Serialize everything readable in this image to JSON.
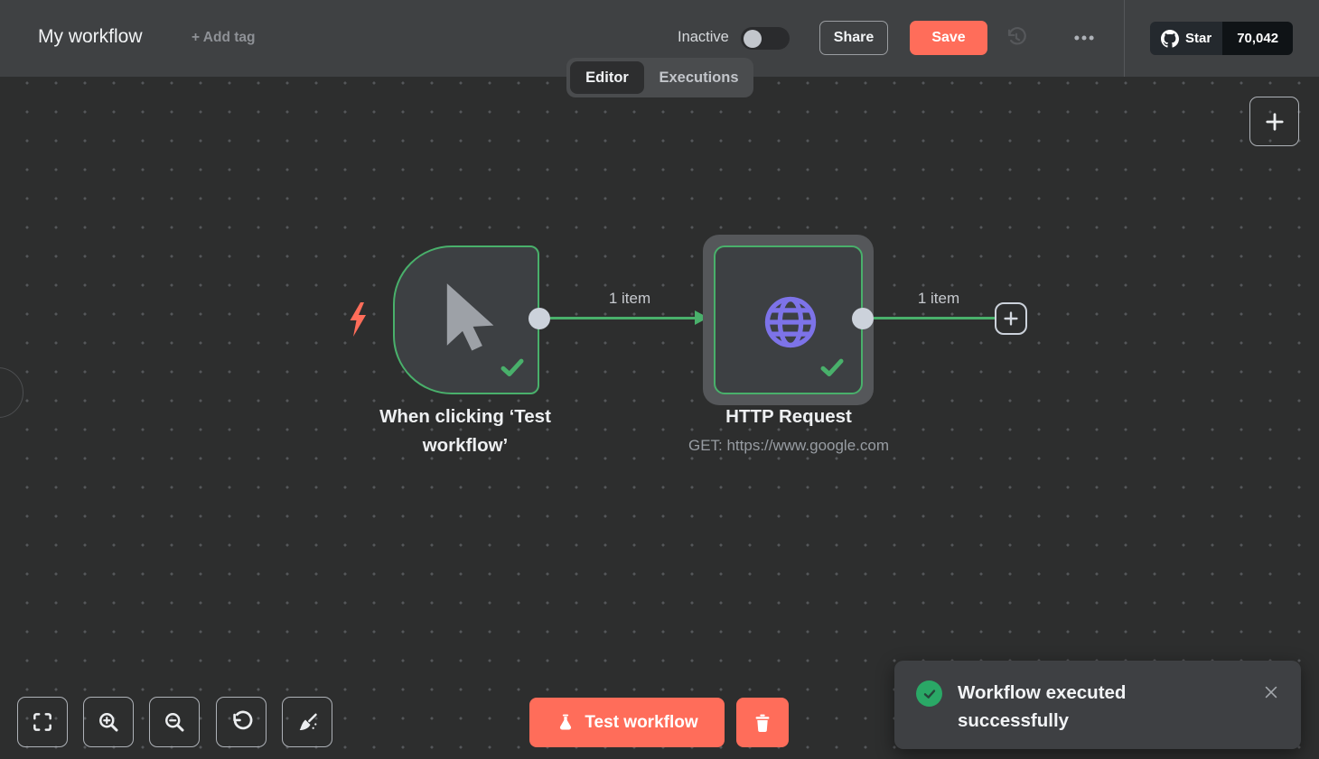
{
  "header": {
    "title": "My workflow",
    "add_tag": "+ Add tag",
    "inactive_label": "Inactive",
    "share": "Share",
    "save": "Save",
    "github_star": "Star",
    "github_count": "70,042"
  },
  "tabs": {
    "editor": "Editor",
    "executions": "Executions"
  },
  "canvas": {
    "nodes": [
      {
        "title": "When clicking ‘Test workflow’",
        "type": "manual-trigger",
        "status": "success"
      },
      {
        "title": "HTTP Request",
        "subtitle": "GET: https://www.google.com",
        "type": "http-request",
        "status": "success"
      }
    ],
    "connections": [
      {
        "label": "1 item"
      },
      {
        "label": "1 item"
      }
    ]
  },
  "footer": {
    "test_button": "Test workflow"
  },
  "toast": {
    "message": "Workflow executed successfully"
  },
  "colors": {
    "accent": "#ff6d5a",
    "success": "#49b06b",
    "toast_success": "#2aa866",
    "node_icon_purple": "#7d73e8",
    "header_bg": "#3f4143",
    "canvas_bg": "#2d2e2e"
  }
}
